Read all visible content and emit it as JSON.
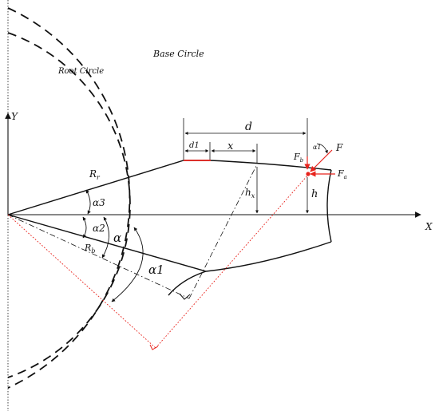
{
  "circles": {
    "base": "Base Circle",
    "root": "Root Circle"
  },
  "axes": {
    "x": "X",
    "y": "Y"
  },
  "labels": {
    "d": "d",
    "d1": "d1",
    "x": "x",
    "h": "h",
    "hx": "h",
    "hx_sub": "x",
    "rr": "R",
    "rr_sub": "r",
    "rb": "R",
    "rb_sub": "b",
    "alpha": "α",
    "alpha1": "α1",
    "alpha2": "α2",
    "alpha3": "α3",
    "force_angle": "α1",
    "f": "F",
    "fb": "F",
    "fb_sub": "b",
    "fa": "F",
    "fa_sub": "a"
  },
  "colors": {
    "line": "#111111",
    "accent": "#e8231c"
  }
}
